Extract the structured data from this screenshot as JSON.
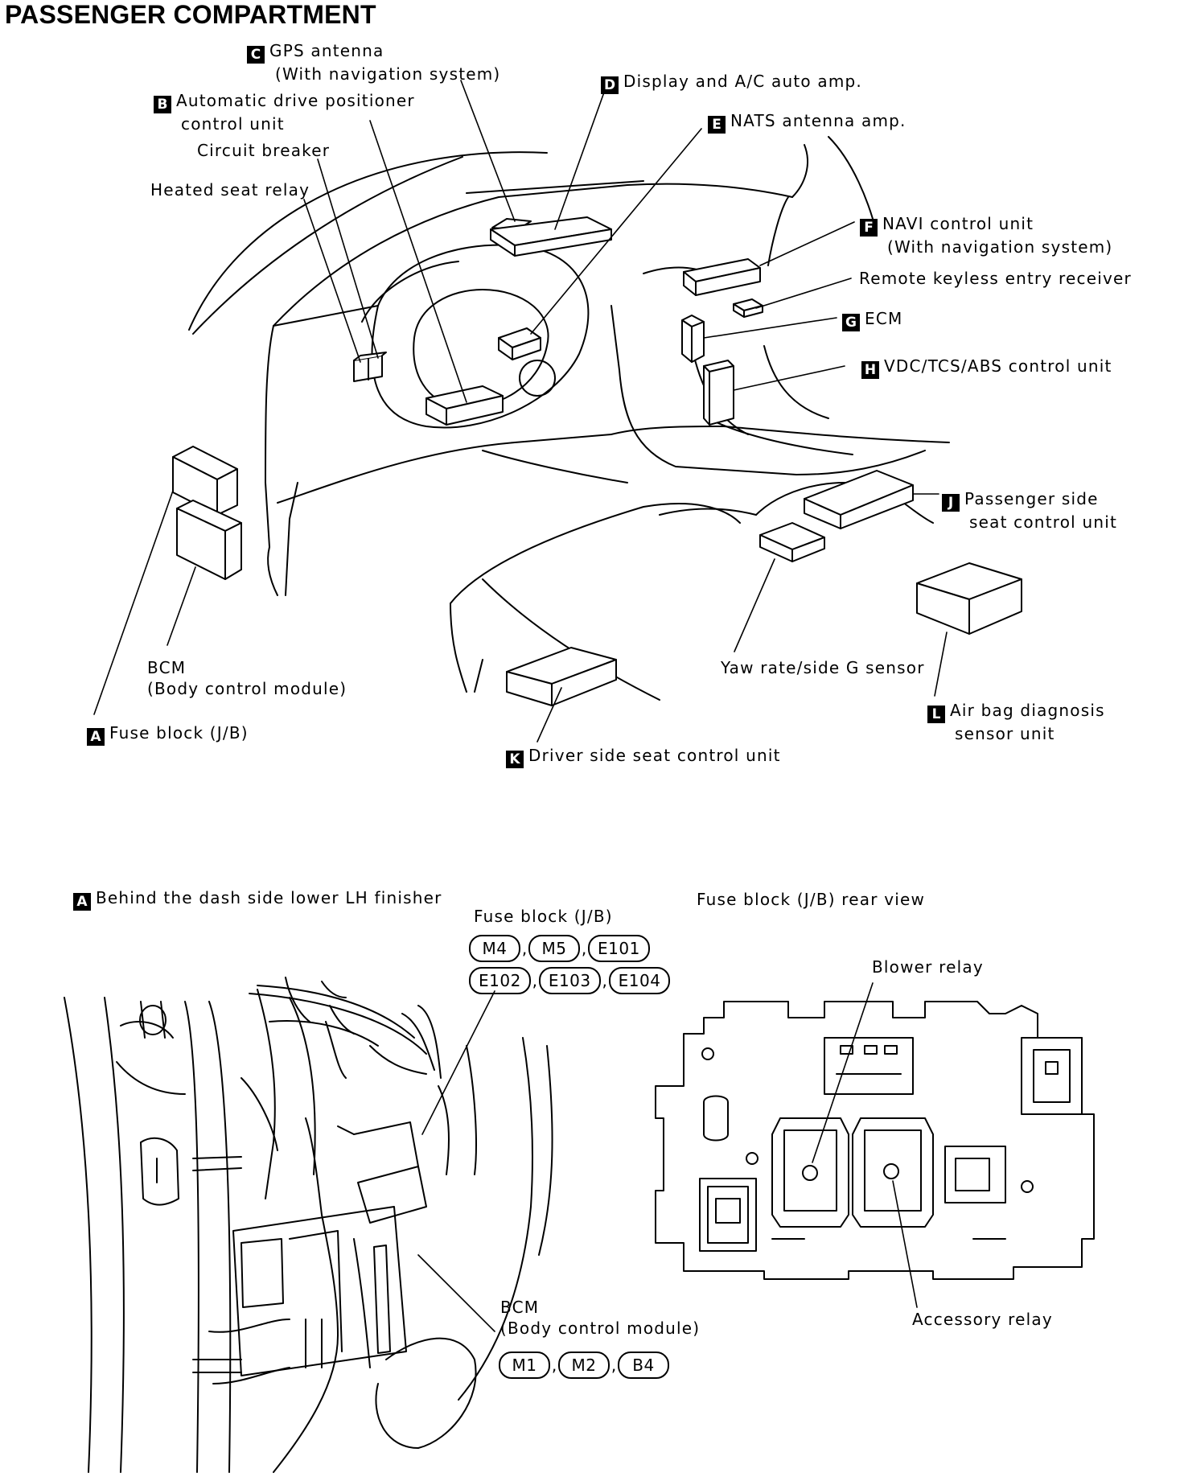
{
  "title": "PASSENGER COMPARTMENT",
  "top_view": {
    "labels": {
      "c": {
        "letter": "C",
        "line1": "GPS antenna",
        "line2": "(With navigation system)"
      },
      "b": {
        "letter": "B",
        "line1": "Automatic drive positioner",
        "line2": "control unit"
      },
      "circuit_breaker": "Circuit breaker",
      "heated_seat_relay": "Heated seat relay",
      "d": {
        "letter": "D",
        "line1": "Display and A/C auto amp."
      },
      "e": {
        "letter": "E",
        "line1": "NATS antenna amp."
      },
      "f": {
        "letter": "F",
        "line1": "NAVI control unit",
        "line2": "(With navigation system)"
      },
      "remote_keyless": "Remote keyless entry receiver",
      "g": {
        "letter": "G",
        "line1": "ECM"
      },
      "h": {
        "letter": "H",
        "line1": "VDC/TCS/ABS control unit"
      },
      "j": {
        "letter": "J",
        "line1": "Passenger side",
        "line2": "seat control unit"
      },
      "bcm": {
        "line1": "BCM",
        "line2": "(Body control module)"
      },
      "a": {
        "letter": "A",
        "line1": "Fuse block (J/B)"
      },
      "yaw": "Yaw rate/side G sensor",
      "l": {
        "letter": "L",
        "line1": "Air bag diagnosis",
        "line2": "sensor unit"
      },
      "k": {
        "letter": "K",
        "line1": "Driver side seat control unit"
      }
    }
  },
  "detail_a": {
    "letter": "A",
    "caption": "Behind the dash side lower LH finisher",
    "fuse_block_label": "Fuse block (J/B)",
    "fuse_connectors_row1": [
      "M4",
      "M5",
      "E101"
    ],
    "fuse_connectors_row2": [
      "E102",
      "E103",
      "E104"
    ],
    "bcm": {
      "line1": "BCM",
      "line2": "(Body control module)",
      "connectors": [
        "M1",
        "M2",
        "B4"
      ]
    },
    "separator": ","
  },
  "rear_view": {
    "caption": "Fuse block (J/B) rear view",
    "blower_relay": "Blower relay",
    "accessory_relay": "Accessory relay"
  }
}
